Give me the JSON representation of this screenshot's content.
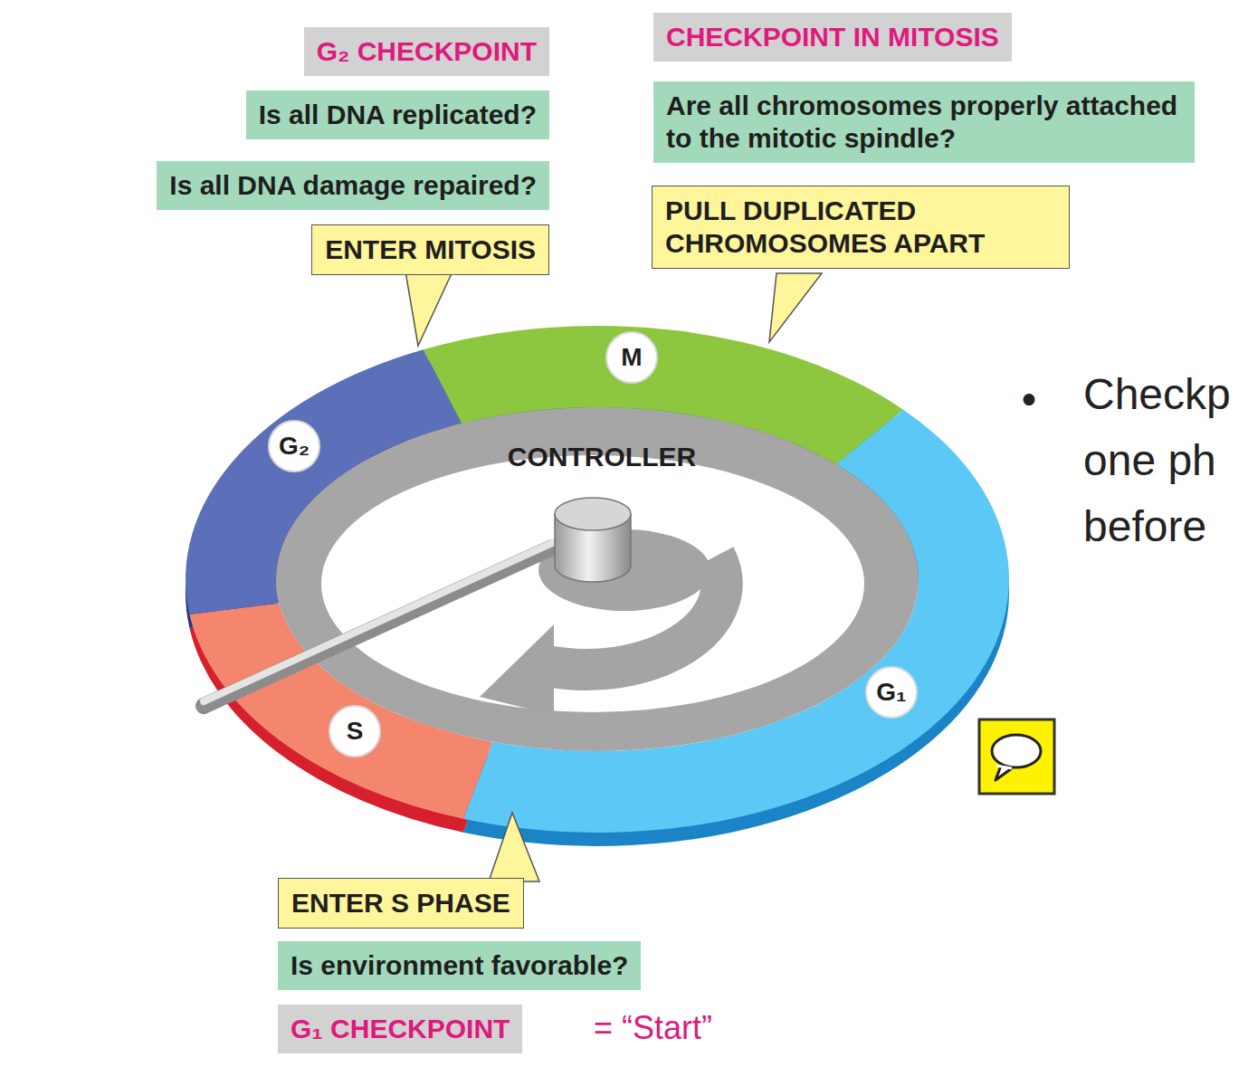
{
  "diagram": {
    "nodes": [
      {
        "text": [
          "G₂ CHECKPOINT"
        ]
      },
      {
        "text": [
          "Is all DNA replicated?"
        ]
      },
      {
        "text": [
          "Is all DNA damage repaired?"
        ]
      },
      {
        "text": [
          "ENTER MITOSIS"
        ]
      },
      {
        "text": [
          "CHECKPOINT IN MITOSIS"
        ]
      },
      {
        "text": [
          "Are all chromosomes properly attached to the mitotic spindle?"
        ]
      },
      {
        "text": [
          "PULL DUPLICATED CHROMOSOMES APART"
        ]
      },
      {
        "text": [
          "M"
        ]
      },
      {
        "text": [
          "G₂"
        ]
      },
      {
        "text": [
          "S"
        ]
      },
      {
        "text": [
          "G₁"
        ]
      },
      {
        "text": [
          "ENTER S PHASE"
        ]
      },
      {
        "text": [
          "Is environment favorable?"
        ]
      },
      {
        "text": [
          "G₁ CHECKPOINT"
        ]
      }
    ],
    "labels": [
      "CONTROLLER",
      "•",
      "Checkp",
      "one ph",
      "before",
      "= “Start”"
    ]
  }
}
